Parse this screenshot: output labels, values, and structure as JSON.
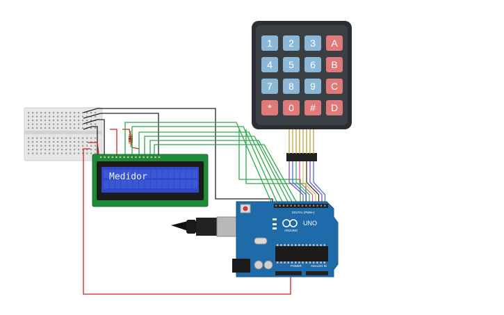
{
  "lcd": {
    "text": "Medidor"
  },
  "keypad": {
    "keys": [
      "1",
      "2",
      "3",
      "A",
      "4",
      "5",
      "6",
      "B",
      "7",
      "8",
      "9",
      "C",
      "*",
      "0",
      "#",
      "D"
    ],
    "colors": {
      "numeric": "#8cb8d8",
      "letter": "#e07a7a",
      "body": "#2b2f33"
    }
  },
  "arduino": {
    "model_label": "UNO",
    "brand_label": "ARDUINO",
    "header_label_digital": "DIGITAL (PWM~)",
    "header_label_power": "POWER",
    "header_label_analog": "ANALOG IN",
    "board_color": "#1f6aa8"
  },
  "wire_colors": {
    "signal": "#2ea84a",
    "ground": "#222222",
    "power": "#cc2222",
    "keypad_ribbon": [
      "#7b3fbf",
      "#3a5fd6",
      "#2ea84a",
      "#d64da8",
      "#e0c23a",
      "#222222",
      "#7b3fbf",
      "#3a5fd6"
    ]
  },
  "breadboard": {
    "color": "#e8e8e8"
  },
  "resistor": {
    "body_color": "#c9a36b"
  }
}
